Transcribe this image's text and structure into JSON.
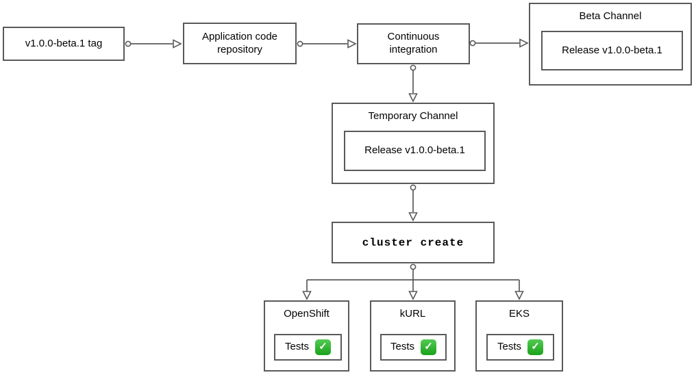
{
  "diagram": {
    "nodes": {
      "tag": {
        "label": "v1.0.0-beta.1 tag"
      },
      "repo": {
        "label": "Application code repository"
      },
      "ci": {
        "label": "Continuous integration"
      },
      "beta_channel": {
        "title": "Beta Channel",
        "release_label": "Release v1.0.0-beta.1"
      },
      "temporary_channel": {
        "title": "Temporary Channel",
        "release_label": "Release v1.0.0-beta.1"
      },
      "cluster_create": {
        "label": "cluster create"
      },
      "openshift": {
        "title": "OpenShift",
        "tests_label": "Tests",
        "check_icon": "✓"
      },
      "kurl": {
        "title": "kURL",
        "tests_label": "Tests",
        "check_icon": "✓"
      },
      "eks": {
        "title": "EKS",
        "tests_label": "Tests",
        "check_icon": "✓"
      }
    },
    "colors": {
      "border": "#595959",
      "arrow": "#595959",
      "check_green_light": "#53cb53",
      "check_green_dark": "#1ba11b",
      "check_mark": "#ffffff",
      "background": "#ffffff",
      "text": "#000000"
    }
  }
}
